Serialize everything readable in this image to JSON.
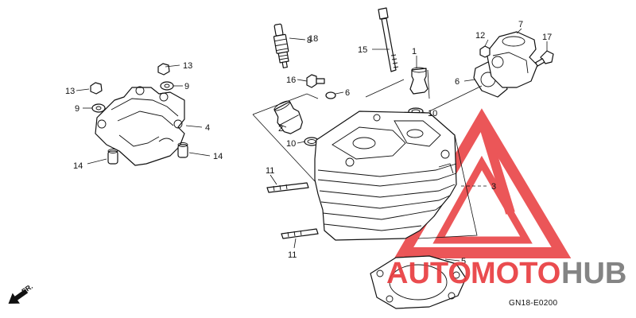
{
  "diagram": {
    "callouts": {
      "c1": "1",
      "c2": "2",
      "c3": "3",
      "c4": "4",
      "c5": "5",
      "c6a": "6",
      "c6b": "6",
      "c7": "7",
      "c8": "8",
      "c9a": "9",
      "c9b": "9",
      "c10a": "10",
      "c10b": "10",
      "c11a": "11",
      "c11b": "11",
      "c12": "12",
      "c13a": "13",
      "c13b": "13",
      "c14a": "14",
      "c14b": "14",
      "c15": "15",
      "c16": "16",
      "c17": "17",
      "c18": "18"
    },
    "direction_label": "FR.",
    "drawing_code": "GN18-E0200"
  },
  "watermark": {
    "text_part1": "AUTO",
    "text_part2": "MOTO",
    "text_part3": "HUB",
    "color_red": "#e8393c",
    "color_gray": "#777777"
  }
}
